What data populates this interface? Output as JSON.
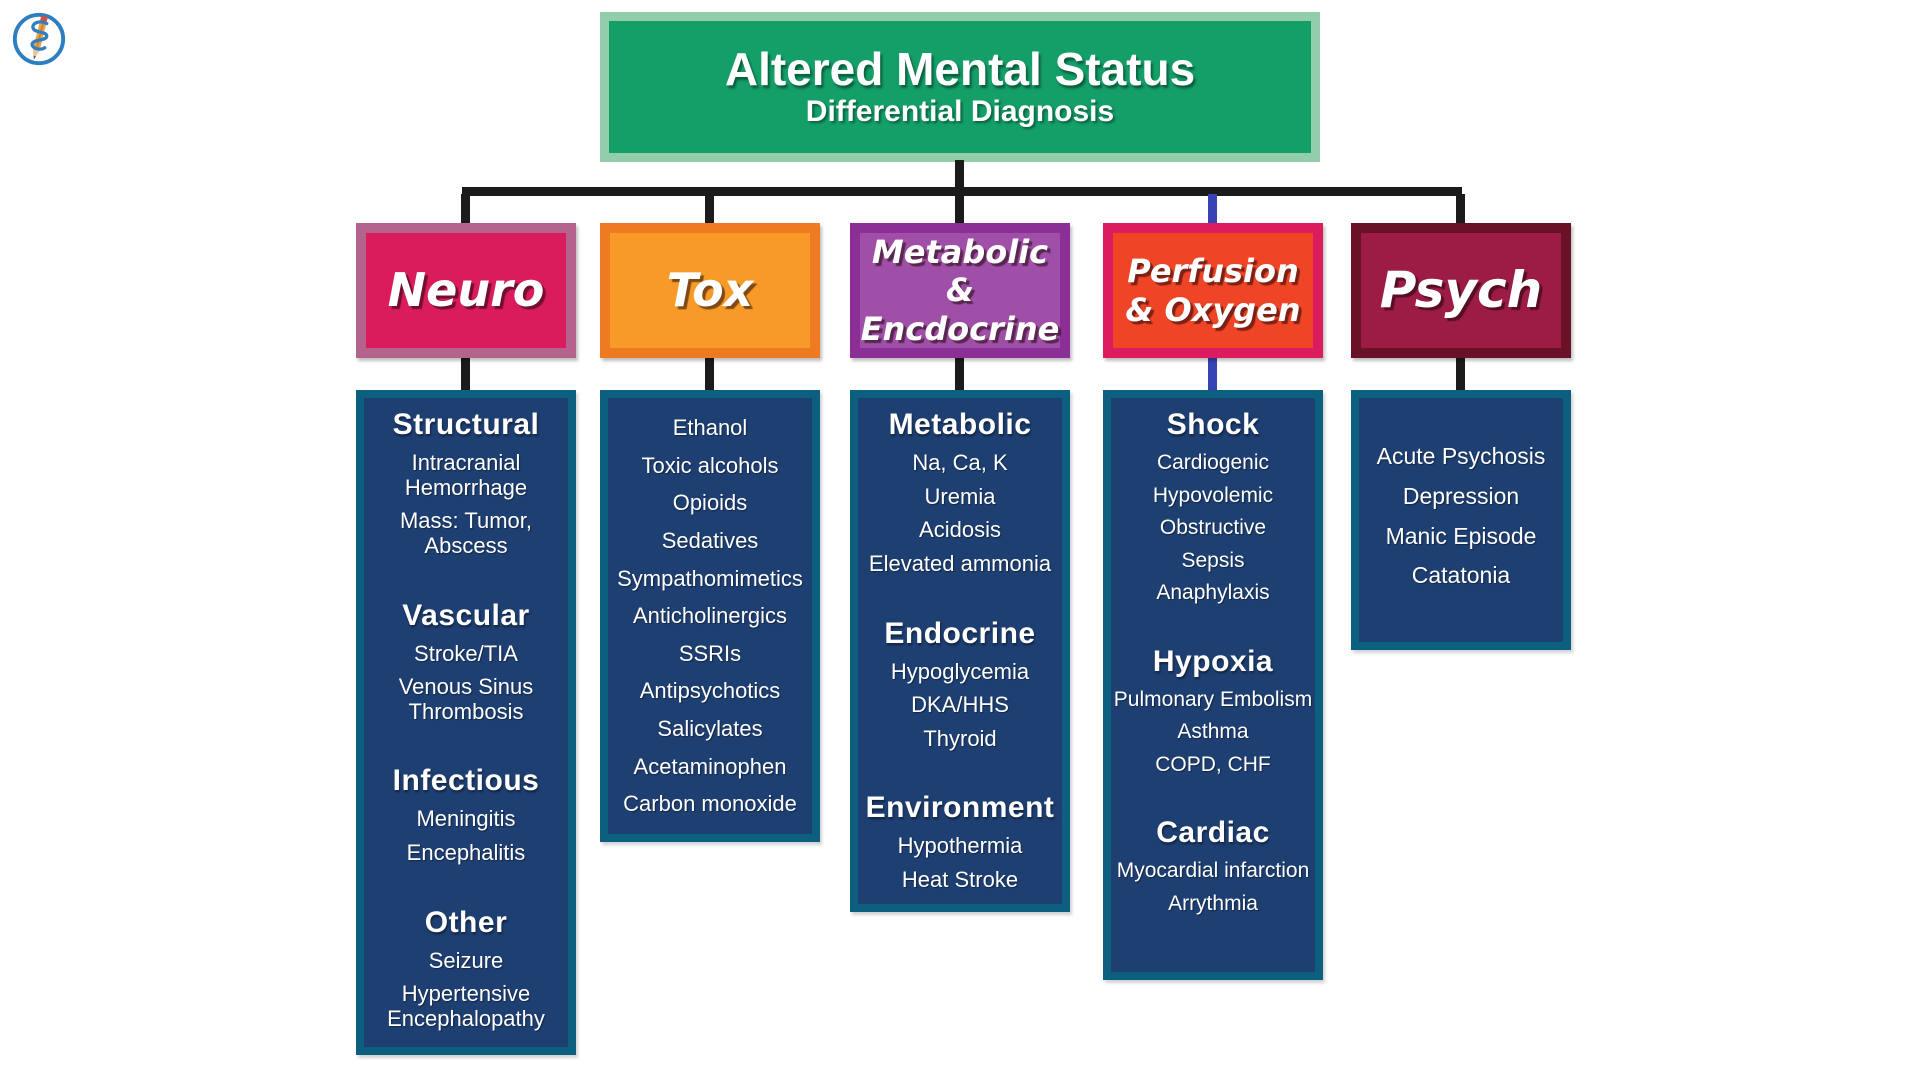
{
  "logo": {
    "icon": "pencil-snake-medical-logo"
  },
  "title": {
    "line1": "Altered Mental Status",
    "line2": "Differential Diagnosis"
  },
  "palette": {
    "title_fill": "#149e68",
    "title_border": "#93ceaa",
    "neuro_fill": "#da1c5c",
    "neuro_border": "#b4638c",
    "tox_fill": "#f89a28",
    "tox_border": "#ee7a22",
    "metabolic_fill": "#a04fa8",
    "metabolic_border": "#8b2f96",
    "perfusion_fill": "#ef4426",
    "perfusion_border": "#dd1c60",
    "psych_fill": "#9c1c46",
    "psych_border": "#691126",
    "content_fill": "#1e3f72",
    "content_border": "#0c5f7e",
    "connector_black": "#1b1b1b",
    "connector_blue": "#3743b4",
    "logo_blue": "#2e7fc0"
  },
  "columns": [
    {
      "label": "Neuro",
      "sections": [
        {
          "heading": "Structural",
          "items": [
            "Intracranial Hemorrhage",
            "Mass: Tumor, Abscess"
          ]
        },
        {
          "heading": "Vascular",
          "items": [
            "Stroke/TIA",
            "Venous Sinus Thrombosis"
          ]
        },
        {
          "heading": "Infectious",
          "items": [
            "Meningitis",
            "Encephalitis"
          ]
        },
        {
          "heading": "Other",
          "items": [
            "Seizure",
            "Hypertensive Encephalopathy"
          ]
        }
      ]
    },
    {
      "label": "Tox",
      "sections": [
        {
          "heading": "",
          "items": [
            "Ethanol",
            "Toxic alcohols",
            "Opioids",
            "Sedatives",
            "Sympathomimetics",
            "Anticholinergics",
            "SSRIs",
            "Antipsychotics",
            "Salicylates",
            "Acetaminophen",
            "Carbon monoxide"
          ]
        }
      ]
    },
    {
      "label": "Metabolic & Encdocrine",
      "sections": [
        {
          "heading": "Metabolic",
          "items": [
            "Na, Ca, K",
            "Uremia",
            "Acidosis",
            "Elevated ammonia"
          ]
        },
        {
          "heading": "Endocrine",
          "items": [
            "Hypoglycemia",
            "DKA/HHS",
            "Thyroid"
          ]
        },
        {
          "heading": "Environment",
          "items": [
            "Hypothermia",
            "Heat Stroke"
          ]
        }
      ]
    },
    {
      "label": "Perfusion & Oxygen",
      "sections": [
        {
          "heading": "Shock",
          "items": [
            "Cardiogenic",
            "Hypovolemic",
            "Obstructive",
            "Sepsis",
            "Anaphylaxis"
          ]
        },
        {
          "heading": "Hypoxia",
          "items": [
            "Pulmonary Embolism",
            "Asthma",
            "COPD, CHF"
          ]
        },
        {
          "heading": "Cardiac",
          "items": [
            "Myocardial infarction",
            "Arrythmia"
          ]
        }
      ]
    },
    {
      "label": "Psych",
      "sections": [
        {
          "heading": "",
          "items": [
            "Acute Psychosis",
            "Depression",
            "Manic Episode",
            "Catatonia"
          ]
        }
      ]
    }
  ]
}
